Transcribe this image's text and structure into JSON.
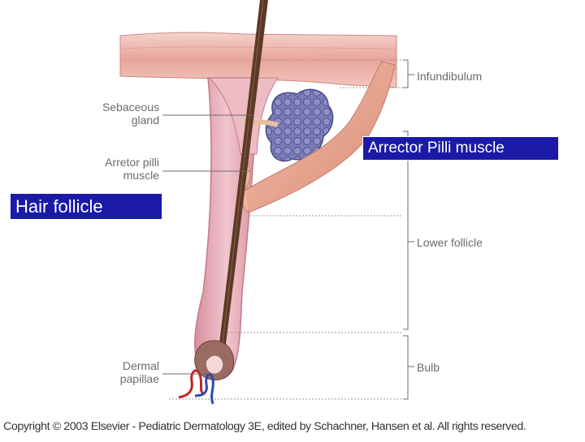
{
  "labels": {
    "sebaceous_gland": [
      "Sebaceous",
      "gland"
    ],
    "arretor_pilli_muscle": [
      "Arretor pilli",
      "muscle"
    ],
    "dermal_papillae": [
      "Dermal",
      "papillae"
    ],
    "infundibulum": "Infundibulum",
    "lower_follicle": "Lower follicle",
    "bulb": "Bulb"
  },
  "overlays": {
    "arrector_pilli_muscle": "Arrector Pilli muscle",
    "hair_follicle": "Hair follicle"
  },
  "copyright": "Copyright © 2003 Elsevier - Pediatric Dermatology 3E, edited by Schachner, Hansen et al. All rights reserved.",
  "colors": {
    "skin": "#e8a49a",
    "follicle": "#e7b6bf",
    "hair_shaft": "#5a3a26",
    "gland": "#7a7ab6",
    "muscle": "#e6a08a",
    "overlay_bg": "#1a1aa6",
    "overlay_text": "#ffffff"
  }
}
